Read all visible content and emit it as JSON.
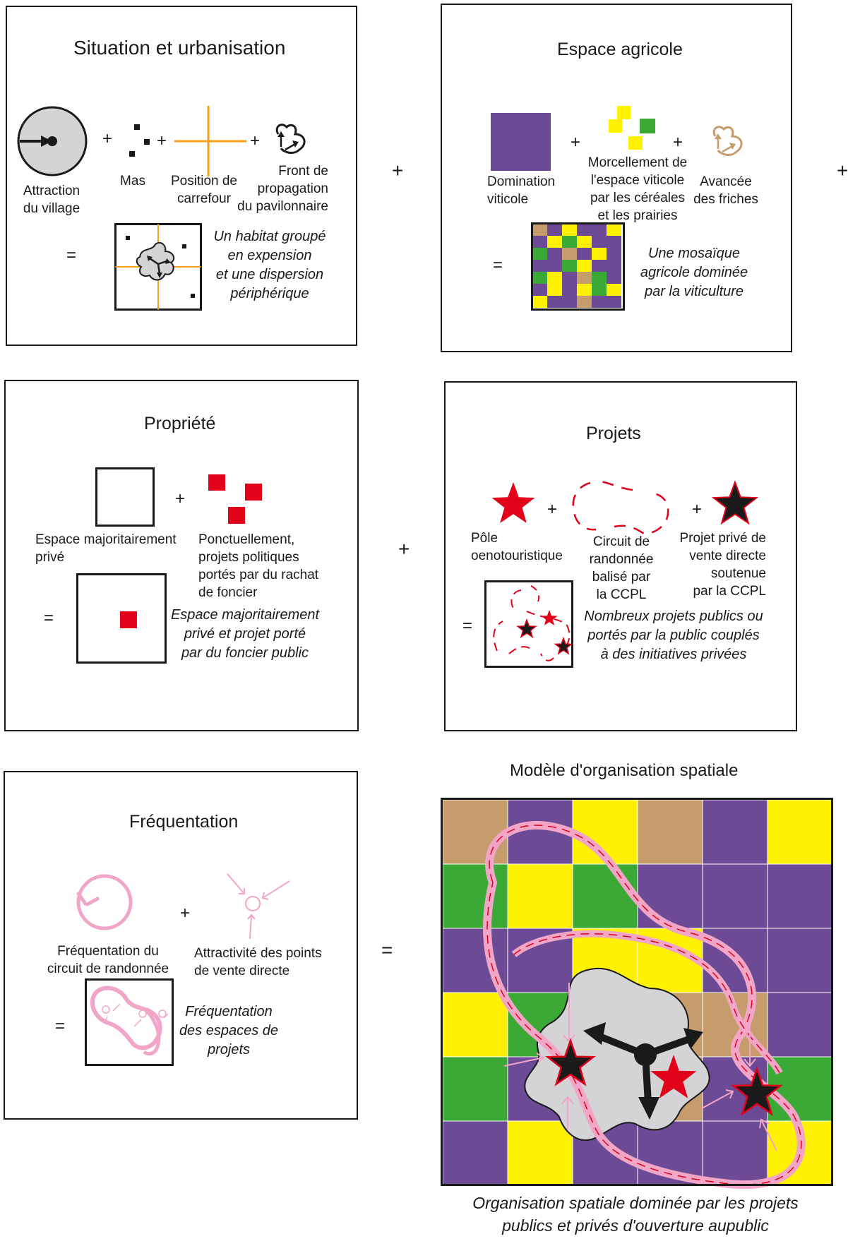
{
  "colors": {
    "violet": "#6d4a96",
    "yellow": "#fff200",
    "green": "#3ba935",
    "tan": "#c69c6d",
    "orange": "#f7a11a",
    "red": "#e2001a",
    "pink": "#f1a6c8",
    "grey": "#d4d4d6",
    "black": "#1a1a1a"
  },
  "ops": {
    "plus": "+",
    "equals": "="
  },
  "situation": {
    "title": "Situation et urbanisation",
    "attraction": "Attraction\ndu village",
    "mas": "Mas",
    "carrefour": "Position de\ncarrefour",
    "front": "Front de\npropagation\ndu pavilonnaire",
    "result": "Un habitat groupé\nen expension\net une dispersion\npériphérique"
  },
  "agricole": {
    "title": "Espace agricole",
    "domination": "Domination\nviticole",
    "morcellement": "Morcellement de\nl'espace viticole\npar les céréales\net les prairies",
    "friches": "Avancée\ndes friches",
    "result": "Une mosaïque\nagricole dominée\npar la viticulture"
  },
  "propriete": {
    "title": "Propriété",
    "prive": "Espace majoritairement\nprivé",
    "ponctuel": "Ponctuellement,\nprojets politiques\nportés par du rachat\nde foncier",
    "result": "Espace majoritairement\nprivé et projet porté\npar du foncier public"
  },
  "projets": {
    "title": "Projets",
    "pole": "Pôle\noenotouristique",
    "circuit": "Circuit de\nrandonnée\nbalisé par\nla CCPL",
    "prive": "Projet privé de\nvente directe\nsoutenue\npar la CCPL",
    "result": "Nombreux projets publics ou\nportés par la public couplés\nà des initiatives privées"
  },
  "frequentation": {
    "title": "Fréquentation",
    "circuit": "Fréquentation du\ncircuit de randonnée",
    "attractivite": "Attractivité des points\nde vente directe",
    "result": "Fréquentation\ndes espaces de\nprojets"
  },
  "modele": {
    "title": "Modèle d'organisation spatiale",
    "caption": "Organisation spatiale dominée par les projets\npublics et privés d'ouverture aupublic"
  }
}
